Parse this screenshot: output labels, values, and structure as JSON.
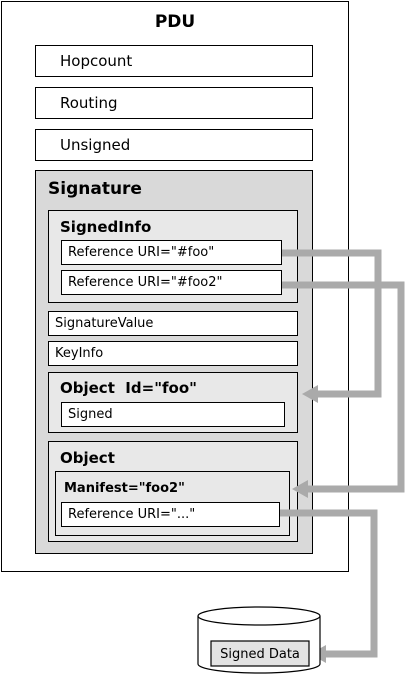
{
  "pdu": {
    "title": "PDU",
    "hopcount": "Hopcount",
    "routing": "Routing",
    "unsigned": "Unsigned"
  },
  "signature": {
    "title": "Signature",
    "signed_info": {
      "title": "SignedInfo",
      "reference1": "Reference URI=\"#foo\"",
      "reference2": "Reference URI=\"#foo2\""
    },
    "signature_value": "SignatureValue",
    "key_info": "KeyInfo",
    "object_foo": {
      "title": "Object  Id=\"foo\"",
      "signed": "Signed"
    },
    "object": {
      "title": "Object",
      "manifest": {
        "title": "Manifest=\"foo2\"",
        "reference": "Reference URI=\"...\""
      }
    }
  },
  "storage": {
    "label": "Signed Data"
  },
  "colors": {
    "arrow": "#aaaaaa",
    "signature_bg": "#d9d9d9",
    "group_bg": "#e8e8e8"
  }
}
